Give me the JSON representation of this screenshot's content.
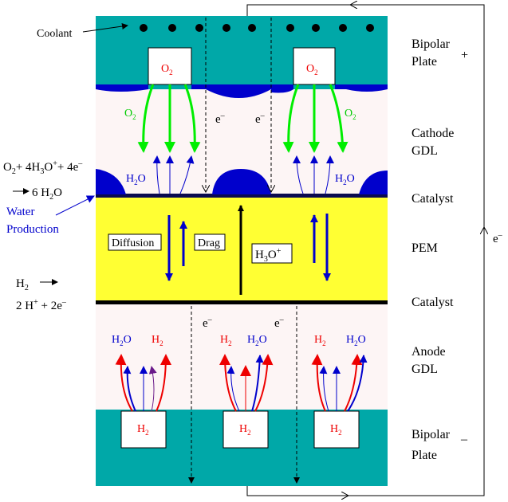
{
  "colors": {
    "plate": "#00a8a8",
    "gdl": "#fdf5f5",
    "pem": "#ffff33",
    "water": "#0000cc",
    "oxygen": "#00ee00",
    "hydrogen": "#ee0000",
    "blue_text": "#0000cc",
    "drag_purple": "#6a1a8a"
  },
  "layer_labels": {
    "bipolar_top": "Bipolar",
    "plate_top": "Plate",
    "plus": "+",
    "cathode": "Cathode",
    "gdl_top": "GDL",
    "catalyst_top": "Catalyst",
    "pem": "PEM",
    "catalyst_bottom": "Catalyst",
    "anode": "Anode",
    "gdl_bottom": "GDL",
    "bipolar_bottom": "Bipolar",
    "minus": "–",
    "plate_bottom": "Plate"
  },
  "coolant_label": "Coolant",
  "cathode_reaction": {
    "o": "O",
    "o_sub": "2",
    "plus_4h": "+ 4H",
    "h_sub": "3",
    "o2": "O",
    "sup_plus": "+",
    "plus_4e": "+ 4e",
    "e_sup": "–",
    "arrow_6": "6 H",
    "h2o_sub": "2",
    "h2o_o": "O"
  },
  "water_production": {
    "line1": "Water",
    "line2": "Production"
  },
  "anode_reaction": {
    "h": "H",
    "h_sub": "2",
    "line2_a": "2 H",
    "sup_plus": "+",
    "line2_b": " + 2e",
    "e_sup": "–"
  },
  "pem_labels": {
    "diffusion": "Diffusion",
    "drag": "Drag",
    "h3o_h": "H",
    "h3o_sub": "3",
    "h3o_o": "O",
    "h3o_sup": "+"
  },
  "species": {
    "o2": "O",
    "o2_sub": "2",
    "h2": "H",
    "h2_sub": "2",
    "h2o_h": "H",
    "h2o_sub": "2",
    "h2o_o": "O"
  },
  "electron": {
    "e": "e",
    "sup": "–"
  }
}
